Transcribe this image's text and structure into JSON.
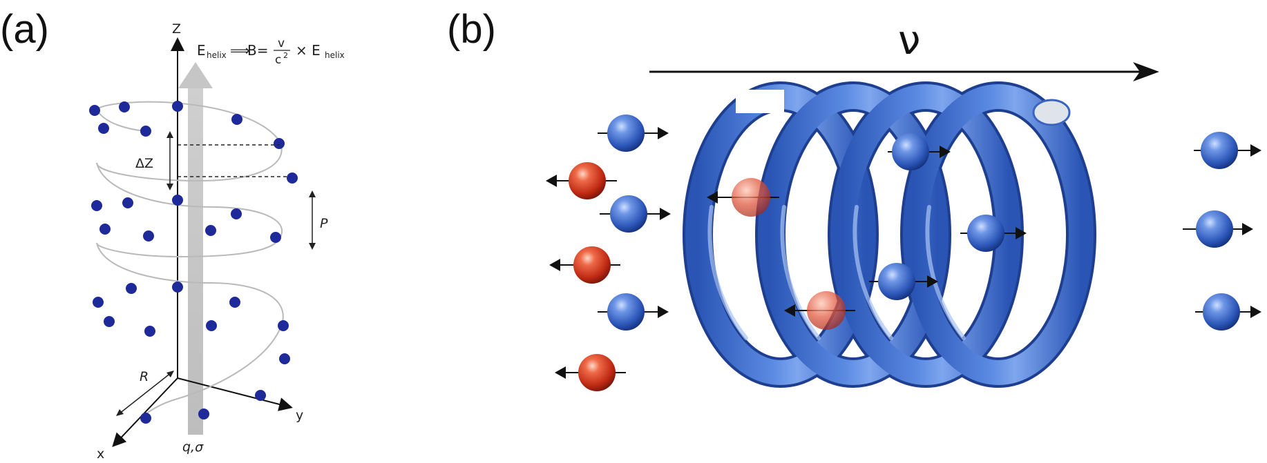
{
  "panels": {
    "a": {
      "label": "(a)",
      "axis_z": "Z",
      "axis_y": "y",
      "axis_x": "x",
      "radius": "R",
      "delta_z": "ΔZ",
      "pitch": "P",
      "charge": "q,σ",
      "equation": {
        "lhs": "E",
        "lhs_sub": "helix",
        "arrow": "⟹",
        "b": "B=",
        "num": "v",
        "den": "c",
        "den_sup": "2",
        "times": "× E",
        "rhs_sub": "helix"
      }
    },
    "b": {
      "label": "(b)",
      "velocity": "ν"
    }
  },
  "colors": {
    "blue_particle": "#2f5cc0",
    "red_particle": "#c0321f",
    "helix_tube": "#3f6fd0",
    "helix_guide": "#b9b9b9",
    "bead": "#1f2a9a",
    "axis_shade": "#c8c8c8"
  },
  "icons": [
    "arrow-right-icon",
    "arrow-left-icon",
    "double-arrow-icon"
  ]
}
